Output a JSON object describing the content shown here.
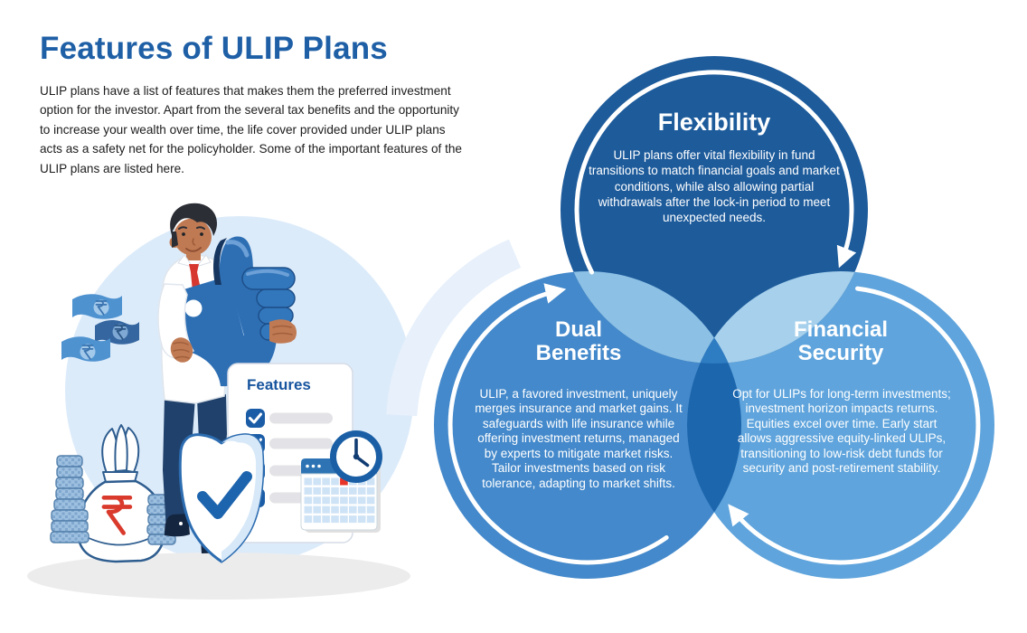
{
  "header": {
    "title": "Features of ULIP Plans",
    "intro": "ULIP plans have a list of features that makes them the preferred investment option for the investor. Apart from the several tax benefits and the opportunity to increase your wealth over time, the life cover provided under ULIP plans acts as a safety net for the policyholder. Some of the important features of the ULIP plans are listed here."
  },
  "venn": {
    "flexibility": {
      "title": "Flexibility",
      "description": "ULIP plans offer vital flexibility in fund transitions to match financial goals and market conditions, while also allowing partial withdrawals after the lock-in period to meet unexpected needs.",
      "circle_color": "#1d5b9b"
    },
    "dual_benefits": {
      "title": "Dual Benefits",
      "description": "ULIP, a favored investment, uniquely merges insurance and market gains. It safeguards with life insurance while offering investment returns, managed by experts to mitigate market risks. Tailor investments based on risk tolerance, adapting to market shifts.",
      "circle_color": "#4489cb"
    },
    "financial_security": {
      "title": "Financial Security",
      "description": "Opt for ULIPs for long-term investments; investment horizon impacts returns. Equities excel over time. Early start allows aggressive equity-linked ULIPs, transitioning to low-risk debt funds for security and post-retirement stability.",
      "circle_color": "#5fa4dc"
    },
    "overlap_colors": {
      "flexibility_dual": "#8cc0e5",
      "flexibility_financial": "#a6d0ec",
      "dual_financial": "#1c66ad",
      "center": "#2e7cc2"
    },
    "arrow_color": "#ffffff"
  },
  "illustration": {
    "checklist_title": "Features",
    "rupee_symbol": "₹",
    "checklist_rows": 4,
    "colors": {
      "title_blue": "#1e5fa6",
      "panel_blue": "#2e6fb4",
      "panel_navy": "#16365f",
      "tie_red": "#d6382f",
      "rupee_red": "#d93a2c",
      "calendar_header": "#2e74b4",
      "calendar_red_day": "#e8352a",
      "background_circle": "#dcebfa",
      "shadow": "#ececec"
    }
  }
}
